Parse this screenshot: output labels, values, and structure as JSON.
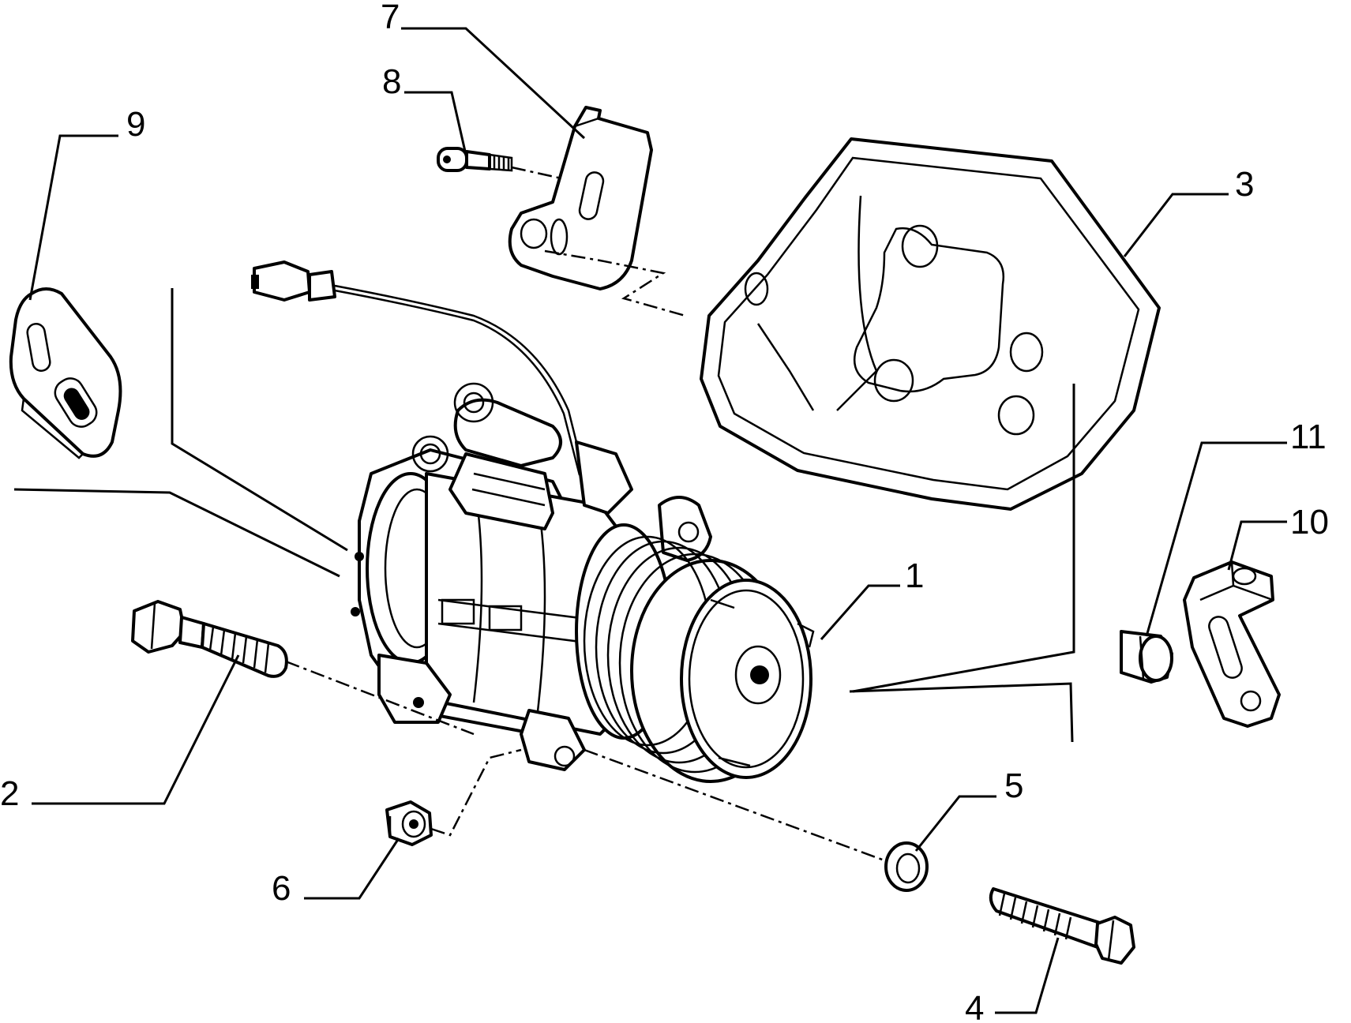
{
  "diagram": {
    "type": "exploded-parts-view",
    "callouts": [
      {
        "id": "p1",
        "label": "1"
      },
      {
        "id": "p2",
        "label": "2"
      },
      {
        "id": "p3",
        "label": "3"
      },
      {
        "id": "p4",
        "label": "4"
      },
      {
        "id": "p5",
        "label": "5"
      },
      {
        "id": "p6",
        "label": "6"
      },
      {
        "id": "p7",
        "label": "7"
      },
      {
        "id": "p8",
        "label": "8"
      },
      {
        "id": "p9",
        "label": "9"
      },
      {
        "id": "p10",
        "label": "10"
      },
      {
        "id": "p11",
        "label": "11"
      }
    ],
    "parts": [
      {
        "callout": "1",
        "name": "compressor-icon"
      },
      {
        "callout": "2",
        "name": "long-bolt-icon"
      },
      {
        "callout": "3",
        "name": "mounting-bracket-icon"
      },
      {
        "callout": "4",
        "name": "bolt-icon"
      },
      {
        "callout": "5",
        "name": "washer-icon"
      },
      {
        "callout": "6",
        "name": "nut-icon"
      },
      {
        "callout": "7",
        "name": "angle-bracket-icon"
      },
      {
        "callout": "8",
        "name": "screw-icon"
      },
      {
        "callout": "9",
        "name": "slotted-plate-icon"
      },
      {
        "callout": "10",
        "name": "l-bracket-icon"
      },
      {
        "callout": "11",
        "name": "spacer-icon"
      }
    ]
  }
}
